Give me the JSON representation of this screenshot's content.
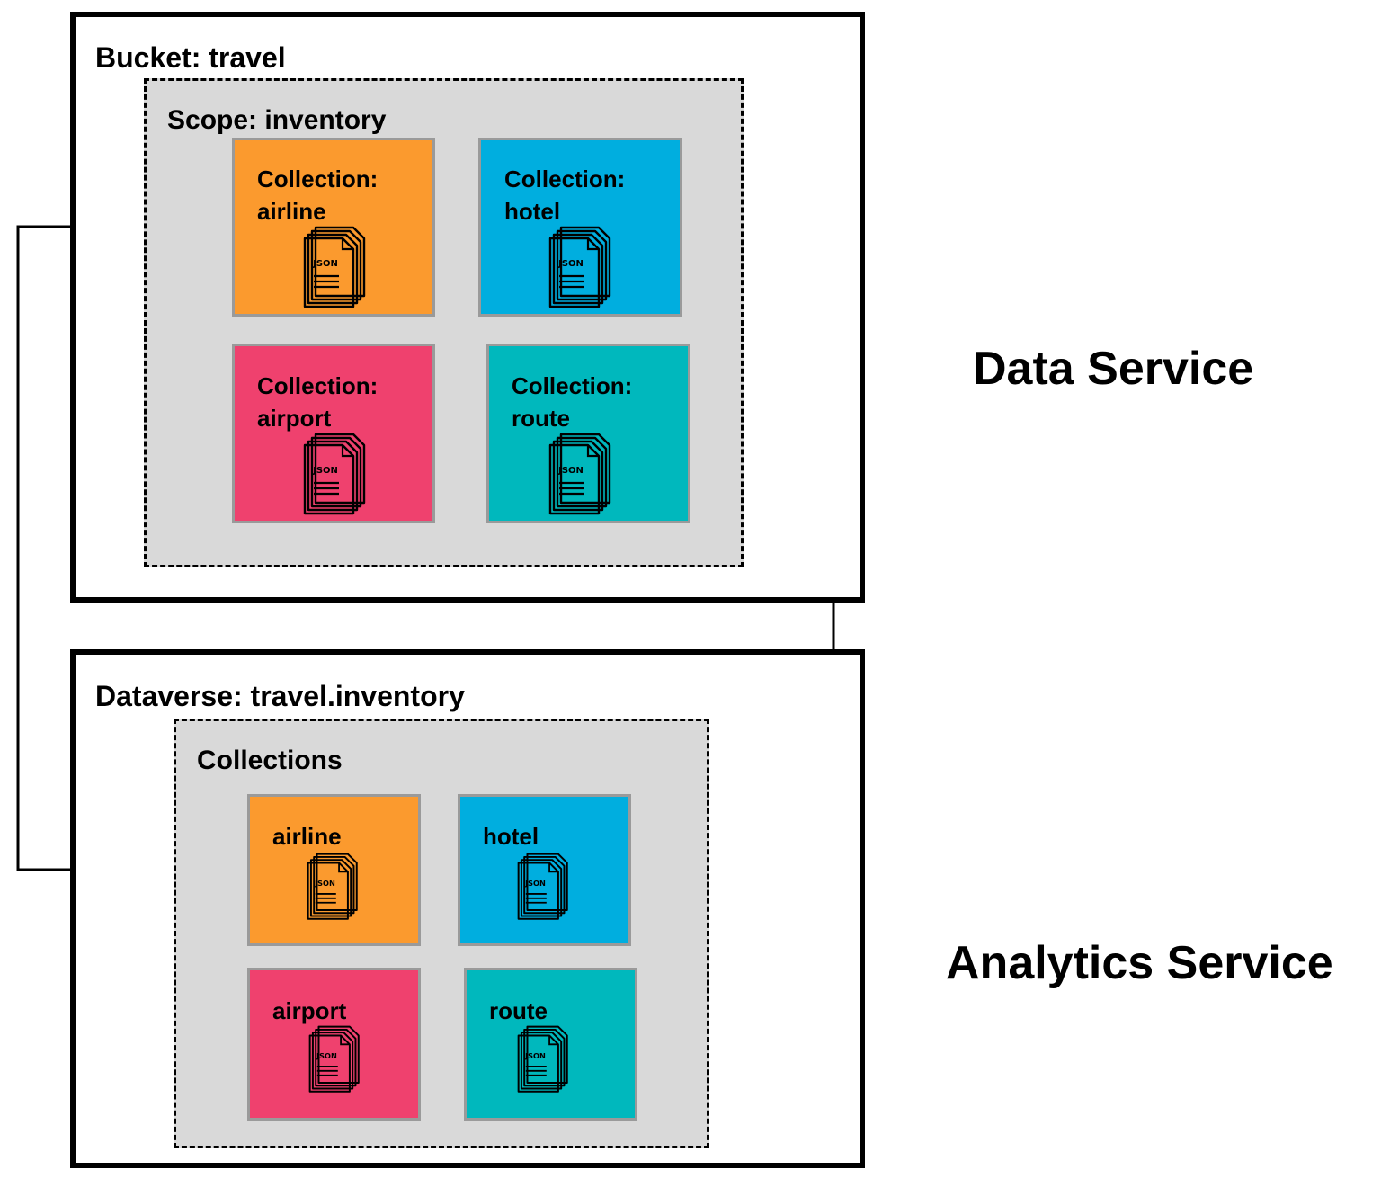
{
  "colors": {
    "airline": "#fb9a2e",
    "hotel": "#00aedf",
    "airport": "#ef416e",
    "route": "#00b8bd",
    "scope_bg": "#d9d9d9"
  },
  "data_service": {
    "label": "Data Service",
    "bucket_label": "Bucket: travel",
    "scope_label": "Scope: inventory",
    "collections": [
      {
        "key": "airline",
        "line1": "Collection:",
        "line2": "airline"
      },
      {
        "key": "hotel",
        "line1": "Collection:",
        "line2": "hotel"
      },
      {
        "key": "airport",
        "line1": "Collection:",
        "line2": "airport"
      },
      {
        "key": "route",
        "line1": "Collection:",
        "line2": "route"
      }
    ]
  },
  "analytics_service": {
    "label": "Analytics Service",
    "dataverse_label": "Dataverse: travel.inventory",
    "collections_label": "Collections",
    "collections": [
      {
        "key": "airline",
        "name": "airline"
      },
      {
        "key": "hotel",
        "name": "hotel"
      },
      {
        "key": "airport",
        "name": "airport"
      },
      {
        "key": "route",
        "name": "route"
      }
    ]
  },
  "icon_text": "JSON",
  "icon_name": "json-documents-icon"
}
